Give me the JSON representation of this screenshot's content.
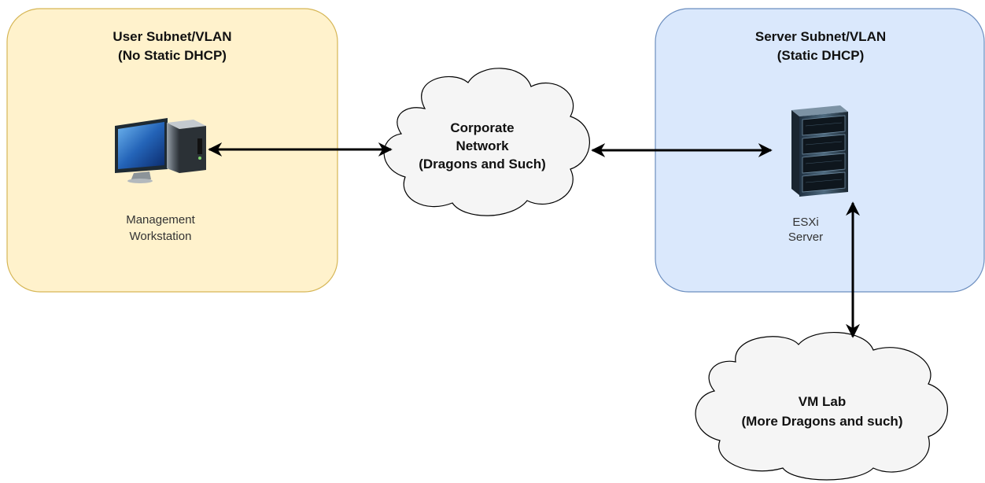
{
  "zones": {
    "user": {
      "title_line1": "User Subnet/VLAN",
      "title_line2": "(No Static DHCP)",
      "fill": "#fff2cc",
      "stroke": "#d6b656"
    },
    "server": {
      "title_line1": "Server Subnet/VLAN",
      "title_line2": "(Static DHCP)",
      "fill": "#dae8fc",
      "stroke": "#6c8ebf"
    }
  },
  "clouds": {
    "corporate": {
      "line1": "Corporate",
      "line2": "Network",
      "line3": "(Dragons and Such)"
    },
    "vm_lab": {
      "line1": "VM Lab",
      "line2": "(More Dragons and such)"
    }
  },
  "nodes": {
    "workstation": {
      "label_line1": "Management",
      "label_line2": "Workstation",
      "icon": "desktop-computer-icon"
    },
    "esxi": {
      "label_line1": "ESXi",
      "label_line2": "Server",
      "icon": "server-rack-icon"
    }
  },
  "colors": {
    "cloud_fill": "#f5f5f5",
    "cloud_stroke": "#000000",
    "arrow": "#000000"
  }
}
